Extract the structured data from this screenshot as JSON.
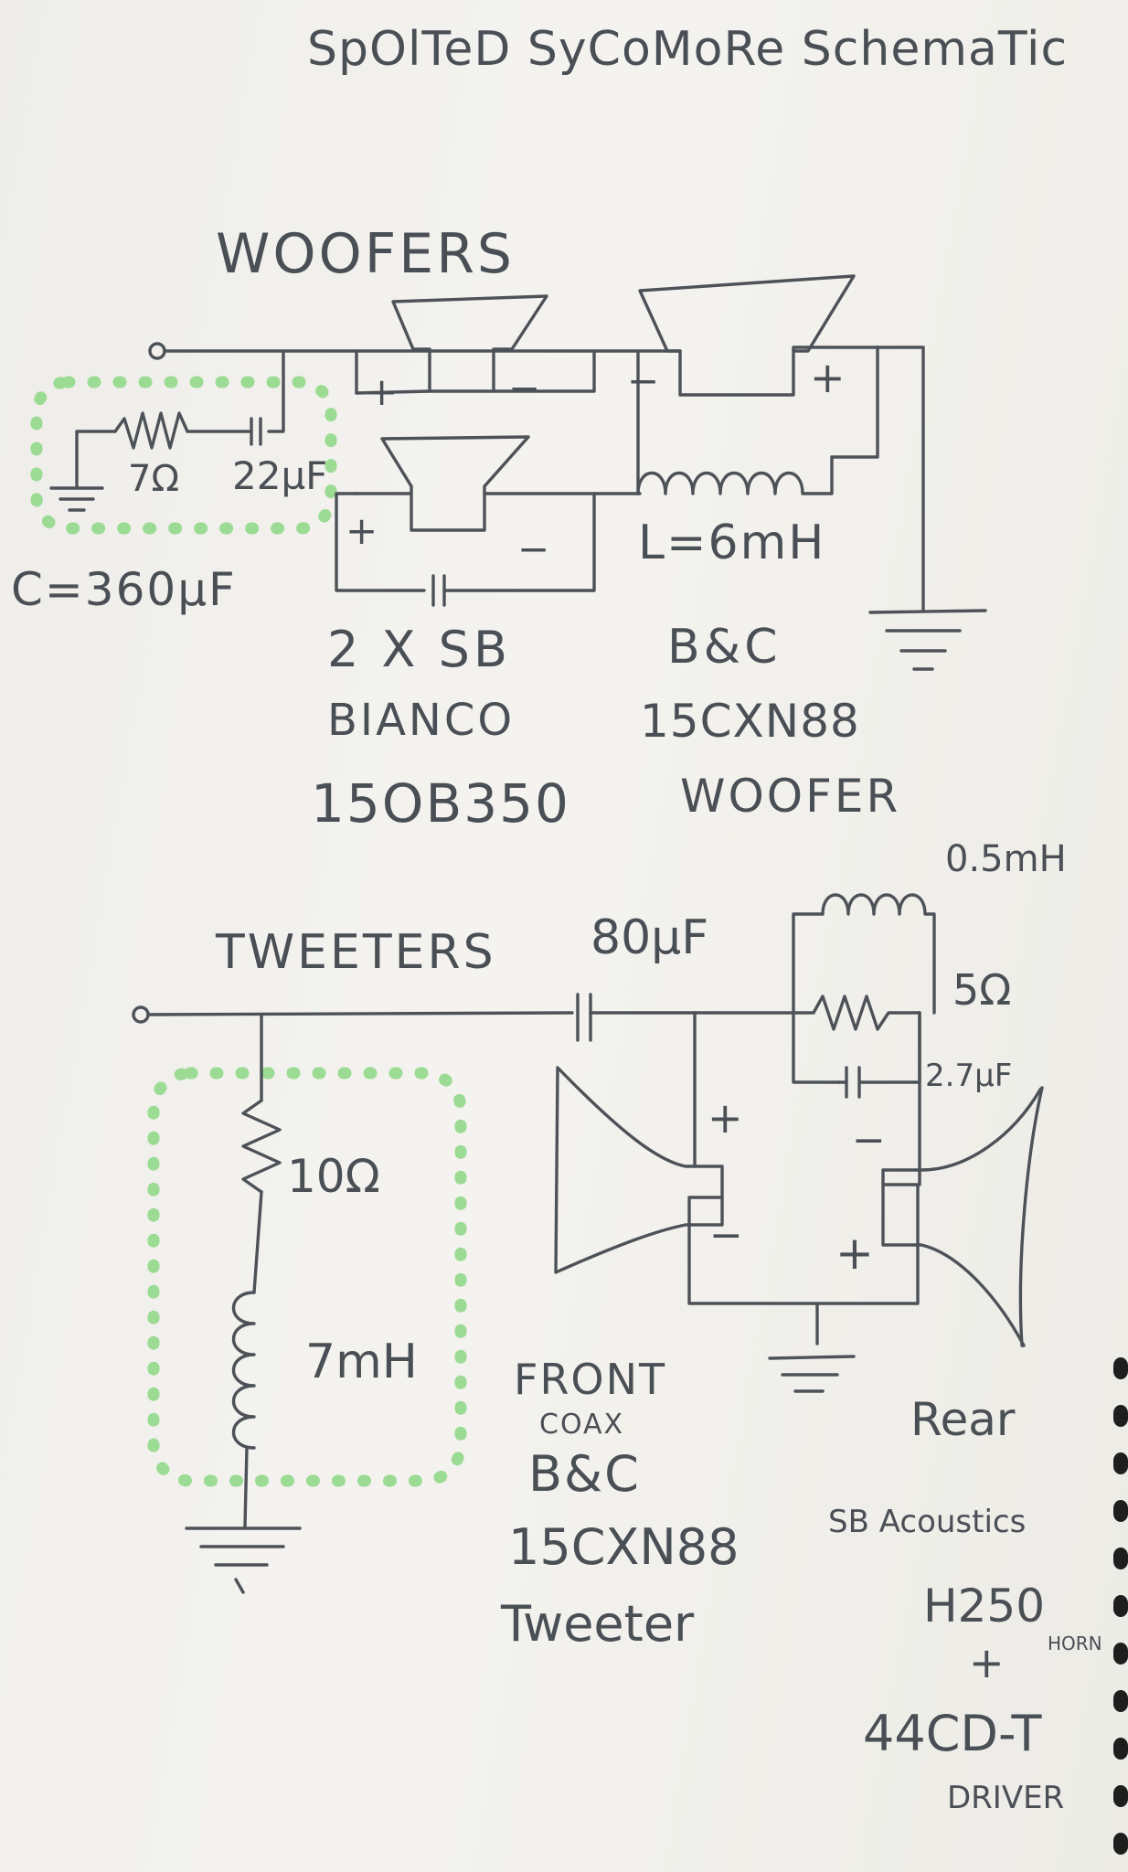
{
  "title": "SpOlTeD SyCoMoRe SchemaTic",
  "woofers": {
    "section_label": "WOOFERS",
    "zobel_resistor": "7Ω",
    "zobel_capacitor": "22µF",
    "series_capacitor": "C=360µF",
    "inductor": "L=6mH",
    "pair_model": [
      "2 X SB",
      "BIANCO",
      "15OB350"
    ],
    "coax_model": [
      "B&C",
      "15CXN88",
      "WOOFER"
    ],
    "plus": "+",
    "minus": "−"
  },
  "tweeters": {
    "section_label": "TWEETERS",
    "series_capacitor": "80µF",
    "shunt_resistor": "10Ω",
    "shunt_inductor": "7mH",
    "parallel_inductor": "0.5mH",
    "parallel_resistor": "5Ω",
    "parallel_capacitor": "2.7µF",
    "front_model": [
      "FRONT",
      "COAX",
      "B&C",
      "15CXN88",
      "Tweeter"
    ],
    "rear_model": [
      "Rear",
      "SB Acoustics",
      "H250",
      "HORN",
      "+",
      "44CD-T",
      "DRIVER"
    ],
    "plus": "+",
    "minus": "−"
  },
  "colors": {
    "ink": "#4d5258",
    "highlight": "#92d88a",
    "paper": "#f2f1ed"
  }
}
